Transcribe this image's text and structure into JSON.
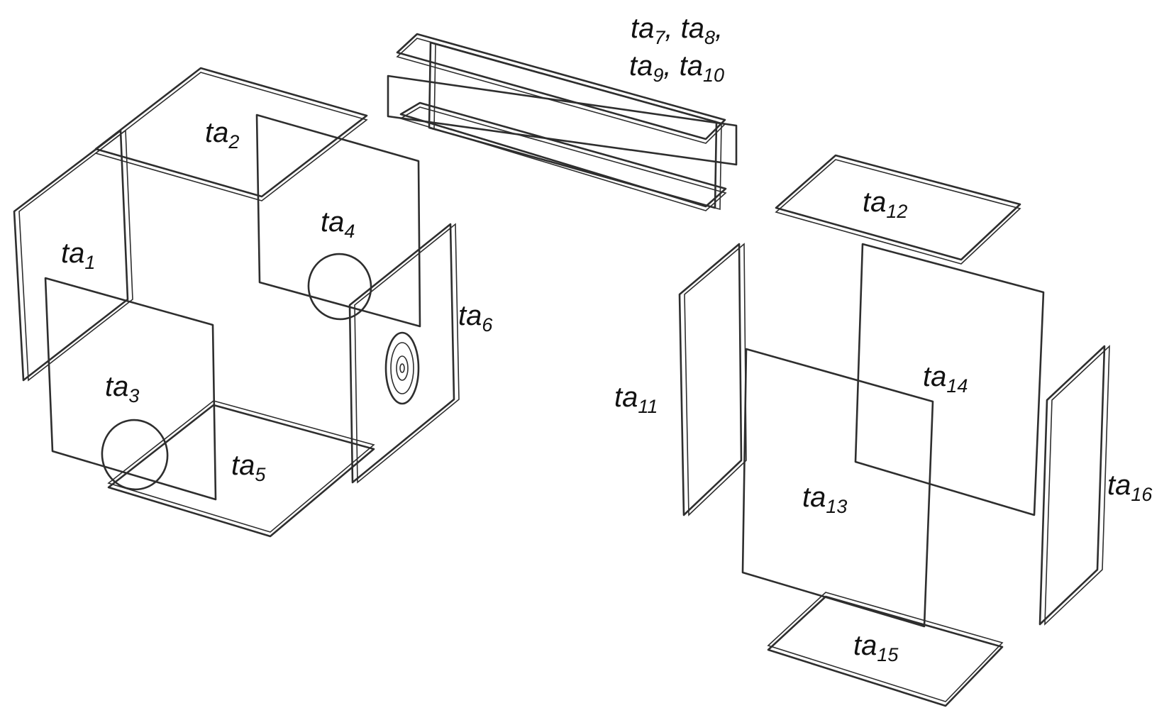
{
  "labels": {
    "ta1": {
      "base": "ta",
      "sub": "1"
    },
    "ta2": {
      "base": "ta",
      "sub": "2"
    },
    "ta3": {
      "base": "ta",
      "sub": "3"
    },
    "ta4": {
      "base": "ta",
      "sub": "4"
    },
    "ta5": {
      "base": "ta",
      "sub": "5"
    },
    "ta6": {
      "base": "ta",
      "sub": "6"
    },
    "ta7_10": {
      "l1a": "ta",
      "s1a": "7",
      "sep1": ", ",
      "l1b": "ta",
      "s1b": "8",
      "end1": ",",
      "l2a": "ta",
      "s2a": "9",
      "sep2": ", ",
      "l2b": "ta",
      "s2b": "10"
    },
    "ta11": {
      "base": "ta",
      "sub": "11"
    },
    "ta12": {
      "base": "ta",
      "sub": "12"
    },
    "ta13": {
      "base": "ta",
      "sub": "13"
    },
    "ta14": {
      "base": "ta",
      "sub": "14"
    },
    "ta15": {
      "base": "ta",
      "sub": "15"
    },
    "ta16": {
      "base": "ta",
      "sub": "16"
    }
  },
  "colors": {
    "line": "#2e2e2e",
    "text": "#111111",
    "background": "#ffffff"
  }
}
